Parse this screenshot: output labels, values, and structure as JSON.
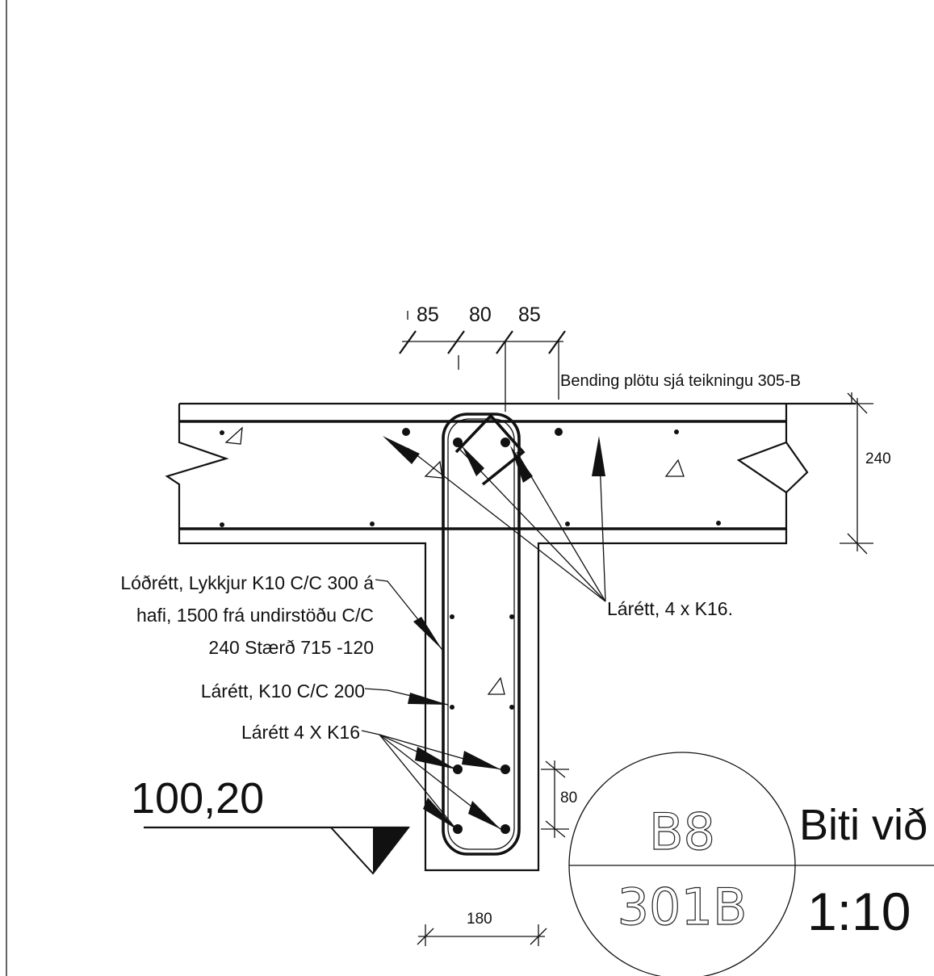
{
  "dimensions": {
    "top_1": "85",
    "top_2": "80",
    "top_3": "85",
    "slab_height": "240",
    "bar_spacing": "80",
    "web_width": "180"
  },
  "notes": {
    "slab_reference": "Bending plötu sjá teikningu 305-B",
    "vertical_stirrups_line1": "Lóðrétt, Lykkjur K10 C/C 300 á",
    "vertical_stirrups_line2": "hafi, 1500 frá undirstöðu C/C",
    "vertical_stirrups_line3": "240 Stærð 715 -120",
    "horizontal_k10": "Lárétt, K10 C/C 200",
    "bottom_bars": "Lárétt 4 X K16",
    "top_bars": "Lárétt, 4 x K16."
  },
  "level": "100,20",
  "title_block": {
    "detail_id": "B8",
    "sheet_ref": "301B",
    "title": "Biti við",
    "scale": "1:10"
  }
}
